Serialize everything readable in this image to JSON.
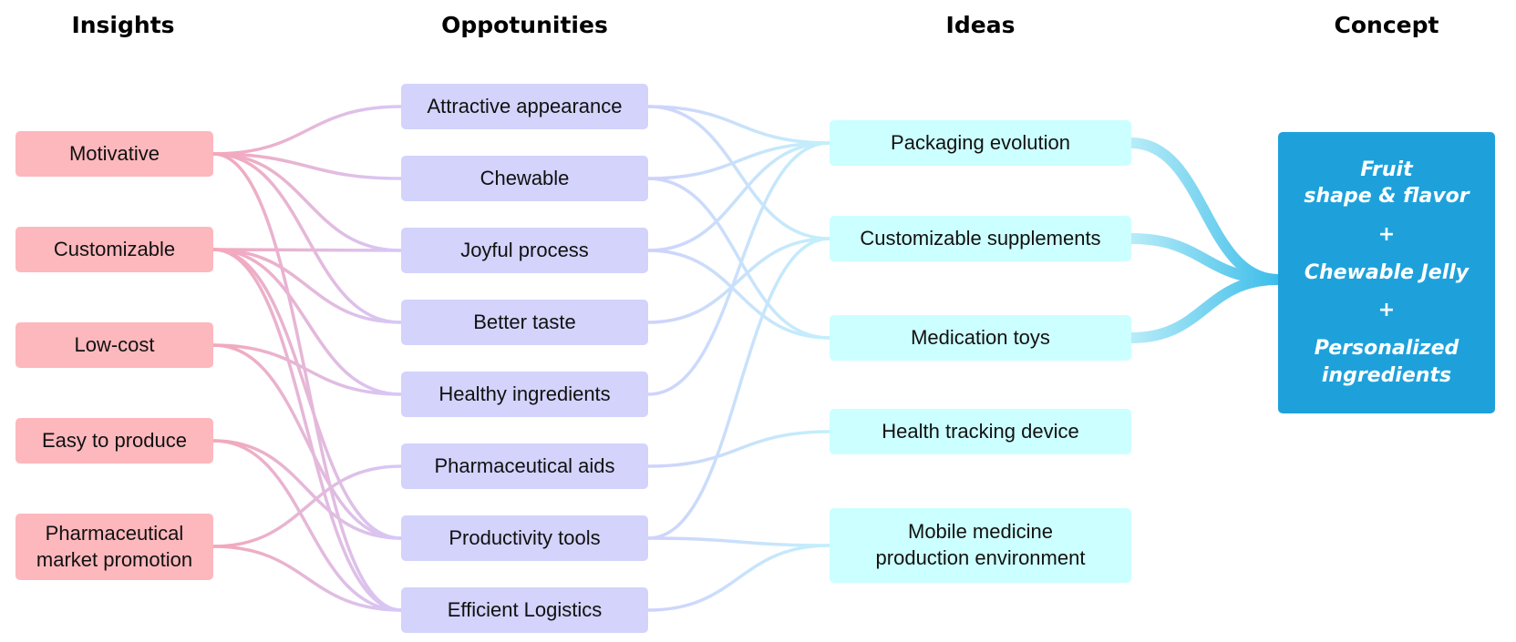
{
  "headers": {
    "insights": "Insights",
    "opportunities": "Oppotunities",
    "ideas": "Ideas",
    "concept": "Concept"
  },
  "insights": [
    "Motivative",
    "Customizable",
    "Low-cost",
    "Easy to produce",
    "Pharmaceutical\nmarket promotion"
  ],
  "opportunities": [
    "Attractive appearance",
    "Chewable",
    "Joyful process",
    "Better taste",
    "Healthy ingredients",
    "Pharmaceutical aids",
    "Productivity tools",
    "Efficient Logistics"
  ],
  "ideas": [
    "Packaging evolution",
    "Customizable supplements",
    "Medication toys",
    "Health tracking device",
    "Mobile medicine\nproduction environment"
  ],
  "concept": {
    "part1": "Fruit\nshape & flavor",
    "plus1": "+",
    "part2": "Chewable Jelly",
    "plus2": "+",
    "part3": "Personalized\ningredients"
  },
  "links": {
    "insight_to_opportunity": [
      [
        0,
        0
      ],
      [
        0,
        1
      ],
      [
        0,
        2
      ],
      [
        0,
        3
      ],
      [
        0,
        7
      ],
      [
        1,
        2
      ],
      [
        1,
        3
      ],
      [
        1,
        4
      ],
      [
        1,
        6
      ],
      [
        1,
        7
      ],
      [
        2,
        4
      ],
      [
        2,
        6
      ],
      [
        3,
        6
      ],
      [
        3,
        7
      ],
      [
        4,
        5
      ],
      [
        4,
        7
      ]
    ],
    "opportunity_to_idea": [
      [
        0,
        0
      ],
      [
        0,
        1
      ],
      [
        1,
        0
      ],
      [
        1,
        2
      ],
      [
        2,
        0
      ],
      [
        2,
        2
      ],
      [
        3,
        1
      ],
      [
        4,
        0
      ],
      [
        5,
        3
      ],
      [
        6,
        1
      ],
      [
        6,
        4
      ],
      [
        7,
        4
      ]
    ],
    "idea_to_concept": [
      0,
      1,
      2
    ]
  },
  "colors": {
    "insight": "#fdb8bd",
    "opportunity": "#d3d3fc",
    "idea": "#ccffff",
    "concept": "#1ea1db",
    "link_insight": "#f4a7b9",
    "link_opportunity": "#cfd2fb",
    "link_idea": "#c2f0fb",
    "link_concept": "#3cbde9"
  }
}
